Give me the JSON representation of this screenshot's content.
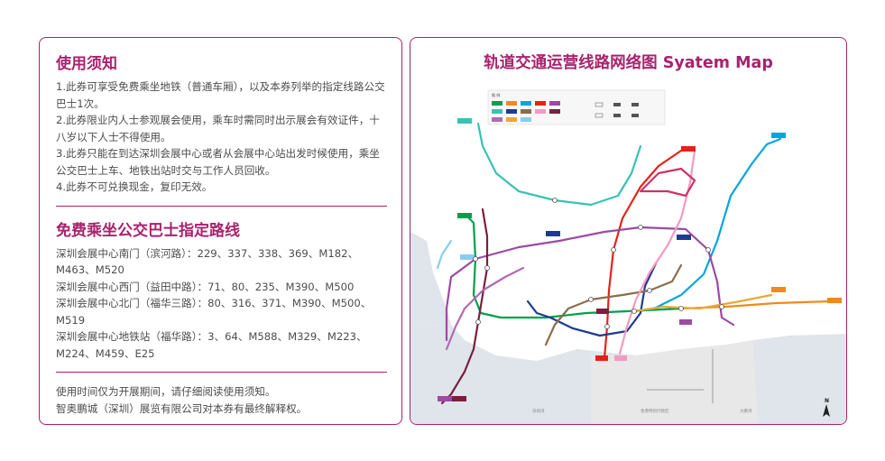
{
  "notice": {
    "title": "使用须知",
    "items": [
      "1.此券可享受免费乘坐地铁（普通车厢），以及本券列举的指定线路公交巴士1次。",
      "2.此券限业内人士参观展会使用，乘车时需同时出示展会有效证件，十八岁以下人士不得使用。",
      "3.此券只能在到达深圳会展中心或者从会展中心站出发时候使用，乘坐公交巴士上车、地铁出站时交与工作人员回收。",
      "4.此券不可兑换现金，复印无效。"
    ]
  },
  "bus": {
    "title": "免费乘坐公交巴士指定路线",
    "routes": [
      "深圳会展中心南门（滨河路）：229、337、338、369、M182、M463、M520",
      "深圳会展中心西门（益田中路）：71、80、235、M390、M500",
      "深圳会展中心北门（福华三路）：80、316、371、M390、M500、M519",
      "深圳会展中心地铁站（福华路）：3、64、M588、M329、M223、M224、M459、E25"
    ]
  },
  "footer": {
    "lines": [
      "使用时间仅为开展期间，请仔细阅读使用须知。",
      "智奥鹏城（深圳）展览有限公司对本券有最终解释权。"
    ]
  },
  "map": {
    "title": "轨道交通运营线路网络图  Syatem Map",
    "north_label": "N",
    "legend_title": "图 例",
    "sea_labels": [
      "深圳湾",
      "香港特别行政区",
      "大鹏湾"
    ],
    "colors": {
      "accent": "#a8226e",
      "line1": "#00a04b",
      "line2": "#f08a1c",
      "line3": "#00a6de",
      "line4": "#e2231a",
      "line5": "#9b4aa3",
      "line6": "#39c2b4",
      "line7": "#1d3c8f",
      "line9": "#8a6d4c",
      "line10": "#f49ac2",
      "line11": "#7a1f3d",
      "line12": "#b06ab3",
      "line14": "#e8a83a",
      "line20": "#89cdf0",
      "sea": "#dfe5ea",
      "hk": "#e8e8e8"
    }
  }
}
